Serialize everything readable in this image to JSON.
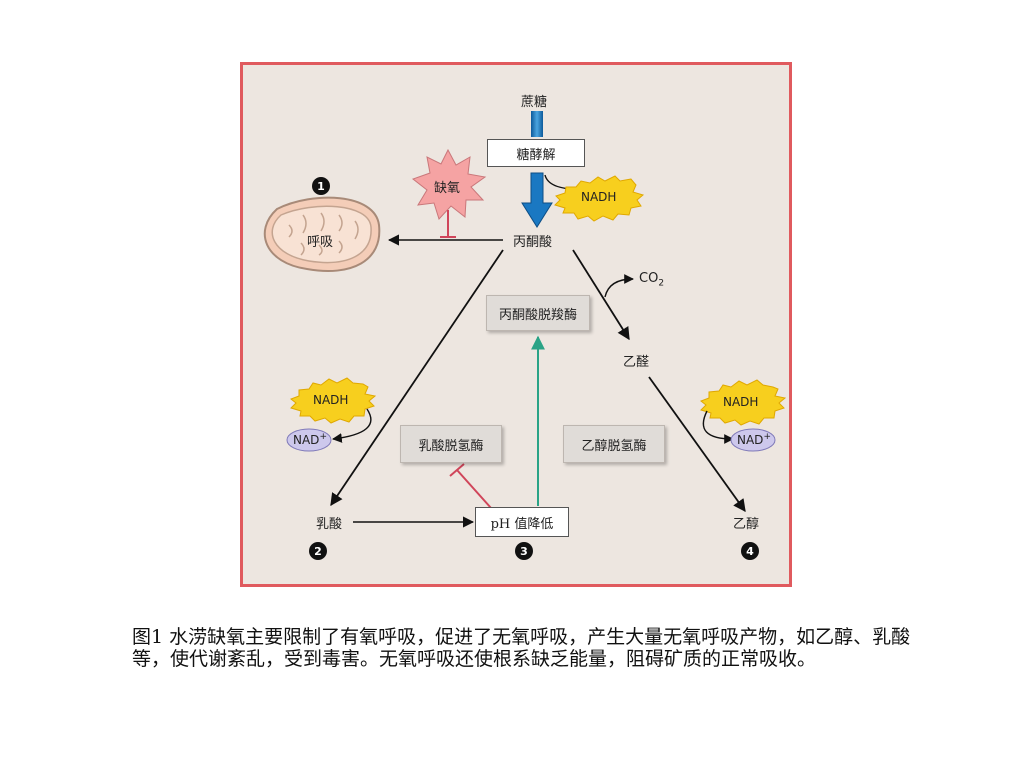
{
  "diagram": {
    "nodes": {
      "sucrose": "蔗糖",
      "glycolysis": "糖酵解",
      "hypoxia": "缺氧",
      "nadh_top": "NADH",
      "respiration": "呼吸",
      "pyruvate": "丙酮酸",
      "co2_main": "CO",
      "co2_sub": "2",
      "pdc": "丙酮酸脱羧酶",
      "acetaldehyde": "乙醛",
      "nadh_left": "NADH",
      "nad_left": "NAD",
      "nad_left_sup": "+",
      "ldh": "乳酸脱氢酶",
      "adh": "乙醇脱氢酶",
      "nadh_right": "NADH",
      "nad_right": "NAD",
      "nad_right_sup": "+",
      "lactate": "乳酸",
      "ph_drop": "pH 值降低",
      "ethanol": "乙醇"
    },
    "markers": [
      "1",
      "2",
      "3",
      "4"
    ],
    "colors": {
      "frame": "#e05a5e",
      "background": "#ede6e0",
      "glycolysis_arrow": "#1a78c2",
      "hypoxia_star": "#f5a3a3",
      "inhibition": "#d0455a",
      "activation": "#2aa386",
      "nadh_burst": "#f7cf1e",
      "nad_oval": "#cdc8ec"
    },
    "icons": [
      "mitochondrion-icon",
      "hypoxia-star-icon",
      "nadh-burst-icon",
      "nad-oval-icon"
    ]
  },
  "caption": "图1 水涝缺氧主要限制了有氧呼吸，促进了无氧呼吸，产生大量无氧呼吸产物，如乙醇、乳酸等，使代谢紊乱，受到毒害。无氧呼吸还使根系缺乏能量，阻碍矿质的正常吸收。"
}
